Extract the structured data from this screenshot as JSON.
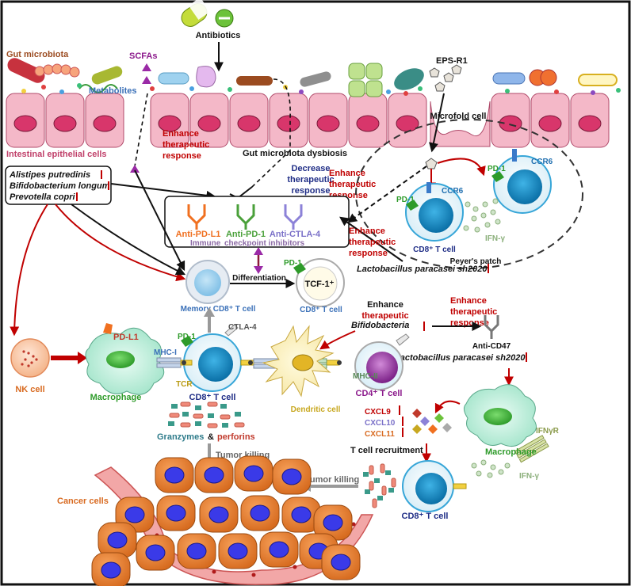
{
  "labels": {
    "antibiotics": "Antibiotics",
    "gut_microbiota": "Gut microbiota",
    "scfas": "SCFAs",
    "metabolites": "Metabolites",
    "eps_r1": "EPS-R1",
    "microfold_cell": "Microfold cell",
    "epithelial_cells": "Intestinal epithelial cells",
    "dysbiosis": "Gut microbiota dysbiosis",
    "enhance_1": [
      "Enhance",
      "therapeutic",
      "response"
    ],
    "decrease_1": [
      "Decrease",
      "therapeutic",
      "response"
    ],
    "enhance_2": [
      "Enhance",
      "therapeutic",
      "response"
    ],
    "enhance_3": [
      "Enhance",
      "therapeutic",
      "response"
    ],
    "enhance_4": [
      "Enhance",
      "therapeutic",
      "response"
    ],
    "bacteria_box": [
      "Alistipes putredinis",
      "Bifidobacterium longum",
      "Prevotella copri"
    ],
    "anti_pd_l1": "Anti-PD-L1",
    "anti_pd_1": "Anti-PD-1",
    "anti_ctla_4": "Anti-CTLA-4",
    "icb_line": "Immune checkpoint inhibitors",
    "icb_immune": "Immune",
    "icb_checkpoint": "checkpoint inhibitors",
    "pd1_a": "PD-1",
    "ccr6_a": "CCR6",
    "pd1_b": "PD-1",
    "ccr6_b": "CCR6",
    "ifn_g_top": "IFN-γ",
    "cd8_peyer": "CD8⁺ T cell",
    "peyers_patch": "Peyer's patch",
    "lactobacillus_1": "Lactobacillus paracasei sh2020",
    "memory_cell": "Memory CD8⁺ T cell",
    "differentiation": "Differentiation",
    "tcf1": "TCF-1⁺",
    "pd1_c": "PD-1",
    "cd8_tcf": "CD8⁺ T cell",
    "bifidobacteria": "Bifidobacteria",
    "anti_cd47": "Anti-CD47",
    "lactobacillus_2": "Lactobacillus paracasei sh2020",
    "nk_cell": "NK cell",
    "pd_l1": "PD-L1",
    "macrophage_left": "Macrophage",
    "mhc_i": "MHC-I",
    "tcr": "TCR",
    "pd1_d": "PD-1",
    "ctla4": "CTLA-4",
    "cd8_center": "CD8⁺ T cell",
    "dendritic": "Dendritic cell",
    "mhc_ii": "MHC-II",
    "cd4": "CD4⁺ T cell",
    "granzymes": "Granzymes",
    "amp": "&",
    "perforins": "perforins",
    "tumor_killing_1": "Tumor killing",
    "cxcl9": "CXCL9",
    "cxcl10": "CXCL10",
    "cxcl11": "CXCL11",
    "t_cell_recruitment": "T cell recruitment",
    "macrophage_right": "Macrophage",
    "ifngr": "IFNγR",
    "ifn_g_bottom": "IFN-γ",
    "tumor_killing_2": "Tumor killing",
    "cancer_cells": "Cancer cells",
    "cd8_bottom": "CD8⁺ T cell"
  },
  "colors": {
    "red_text": "#c00000",
    "navy_text": "#1f2d86",
    "epithelium": "#f4b8c8",
    "nucleus": "#d8366b",
    "cancer": "#f08a3c",
    "blood_vessel": "#f2a7a7"
  }
}
